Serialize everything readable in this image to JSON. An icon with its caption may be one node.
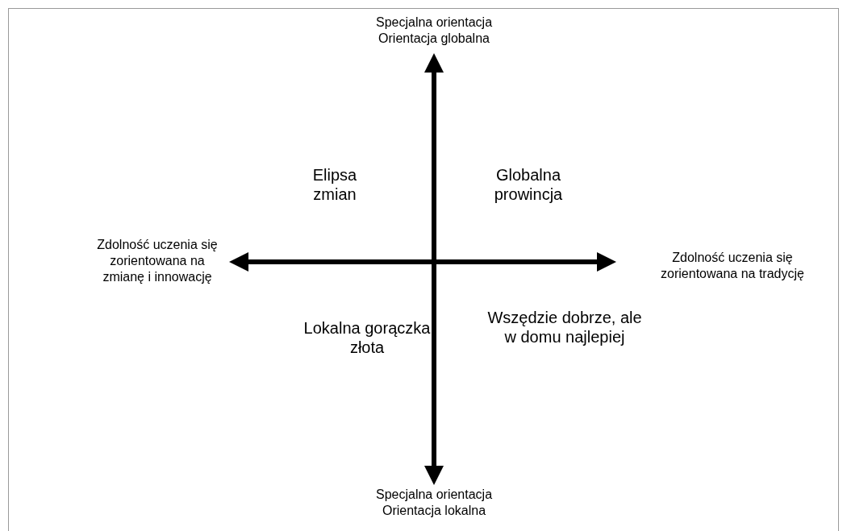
{
  "diagram": {
    "labels": [
      "Specjalna orientacja Orientacja globalna",
      "Elipsa zmian",
      "Globalna prowincja",
      "Zdolność uczenia się zorientowana na zmianę i innowację",
      "Zdolność uczenia się zorientowana na tradycję",
      "Lokalna gorączka złota",
      "Wszędzie dobrze, ale w domu najlepiej",
      "Specjalna orientacja Orientacja lokalna"
    ]
  }
}
